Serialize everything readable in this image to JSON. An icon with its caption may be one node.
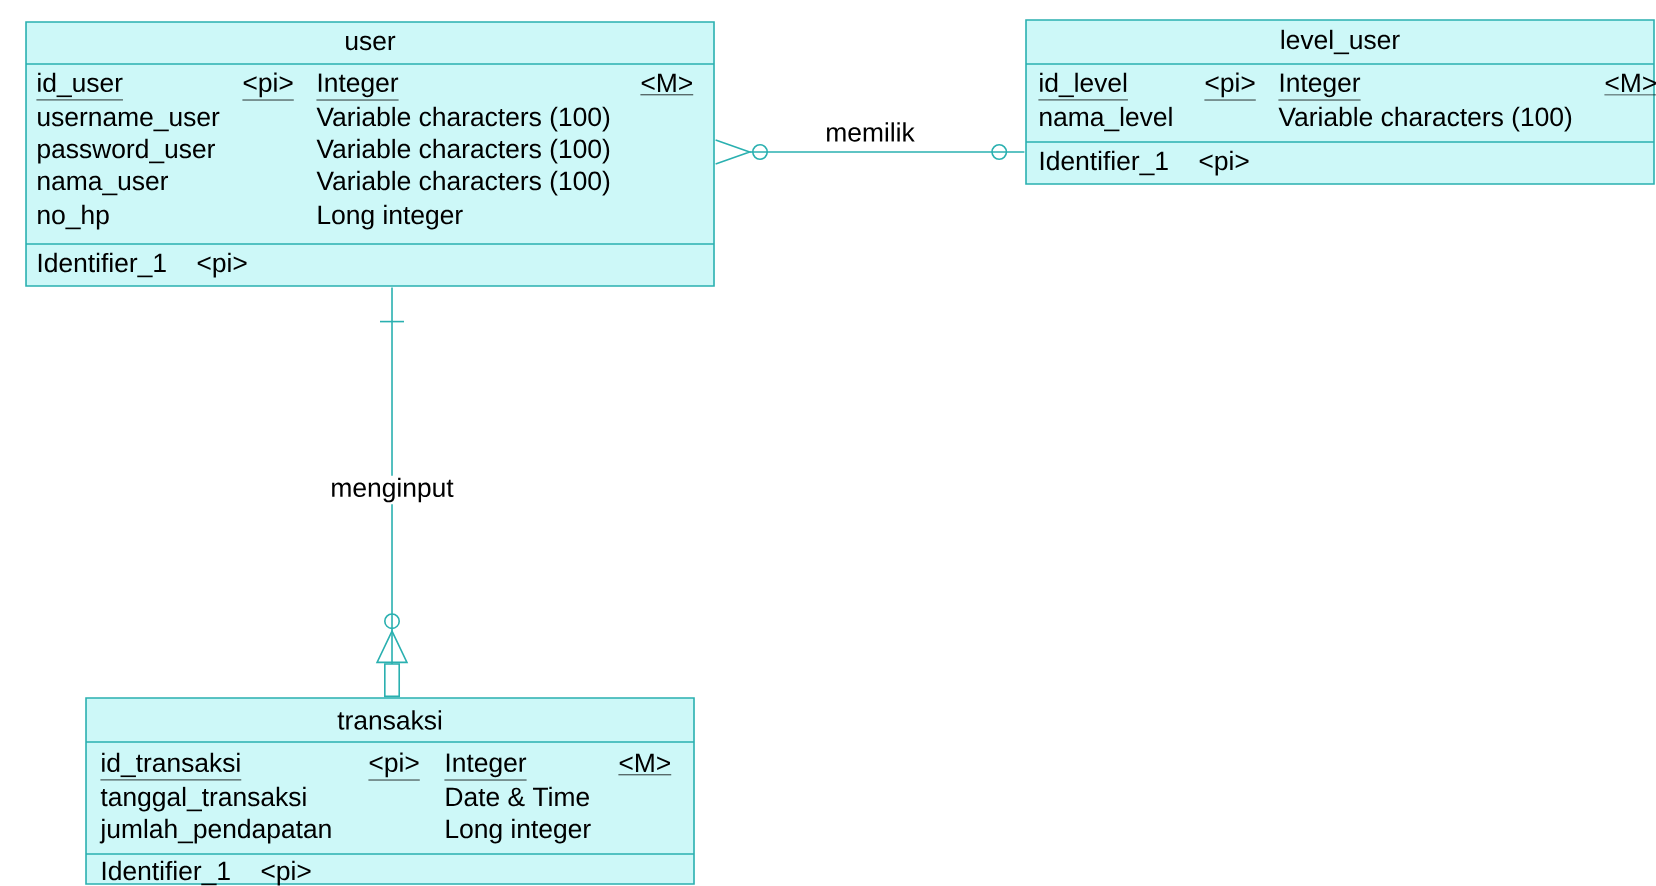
{
  "diagram": {
    "nodes": [
      {
        "text": [
          "user",
          "id_user",
          "<pi>",
          "Integer",
          "<M>",
          "username_user",
          "Variable characters (100)",
          "password_user",
          "Variable characters (100)",
          "nama_user",
          "Variable characters (100)",
          "no_hp",
          "Long integer",
          "Identifier_1",
          "<pi>"
        ]
      },
      {
        "text": [
          "level_user",
          "id_level",
          "<pi>",
          "Integer",
          "<M>",
          "nama_level",
          "Variable characters (100)",
          "Identifier_1",
          "<pi>"
        ]
      },
      {
        "text": [
          "transaksi",
          "id_transaksi",
          "<pi>",
          "Integer",
          "<M>",
          "tanggal_transaksi",
          "Date & Time",
          "jumlah_pendapatan",
          "Long integer",
          "Identifier_1",
          "<pi>"
        ]
      }
    ],
    "edges": [
      {
        "from": 0,
        "to": 1,
        "arrow": "other",
        "label": "memilik"
      },
      {
        "from": 0,
        "to": 2,
        "arrow": "other",
        "label": "menginput"
      }
    ]
  }
}
